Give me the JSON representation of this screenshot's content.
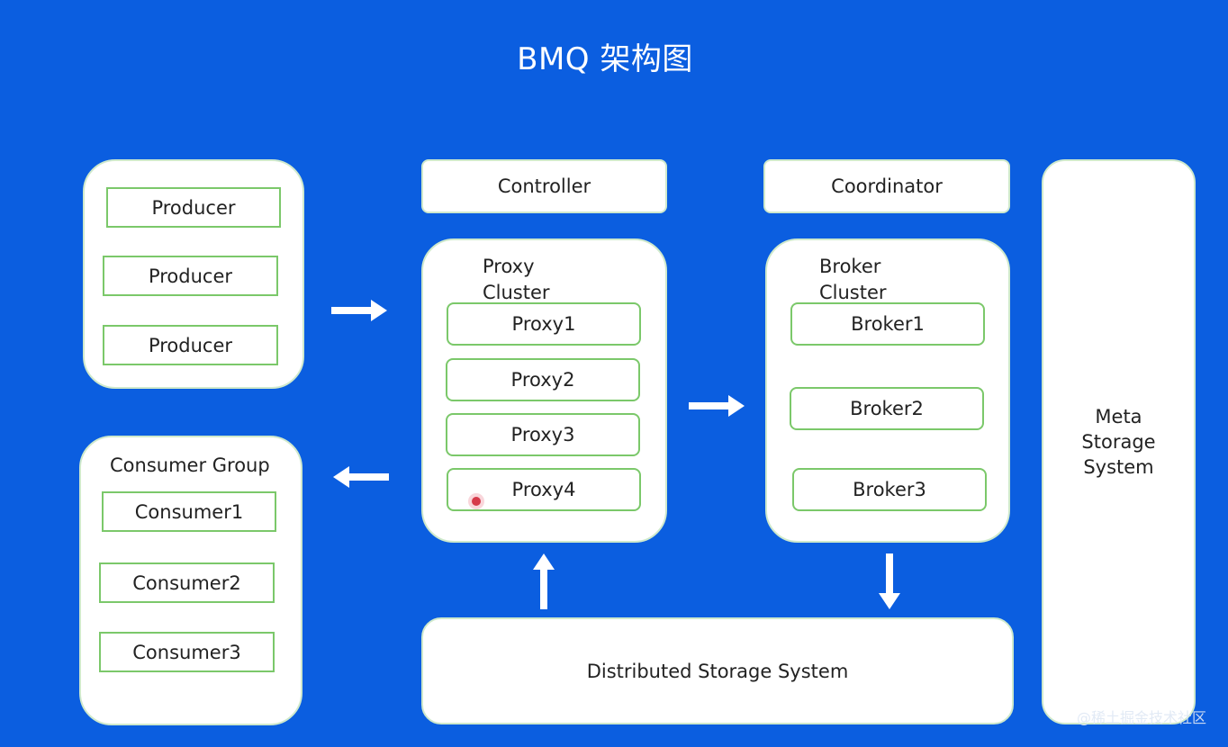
{
  "title": "BMQ 架构图",
  "producers": [
    "Producer",
    "Producer",
    "Producer"
  ],
  "consumer_group": {
    "label": "Consumer Group",
    "items": [
      "Consumer1",
      "Consumer2",
      "Consumer3"
    ]
  },
  "controller": "Controller",
  "coordinator": "Coordinator",
  "proxy_cluster": {
    "label_line1": "Proxy",
    "label_line2": "Cluster",
    "items": [
      "Proxy1",
      "Proxy2",
      "Proxy3",
      "Proxy4"
    ]
  },
  "broker_cluster": {
    "label_line1": "Broker",
    "label_line2": "Cluster",
    "items": [
      "Broker1",
      "Broker2",
      "Broker3"
    ]
  },
  "meta_storage": {
    "line1": "Meta",
    "line2": "Storage",
    "line3": "System"
  },
  "distributed_storage": "Distributed Storage System",
  "watermark": "@稀土掘金技术社区",
  "colors": {
    "background": "#0b5ee0",
    "panel": "#ffffff",
    "item_border": "#7bc86a",
    "arrow": "#ffffff"
  }
}
